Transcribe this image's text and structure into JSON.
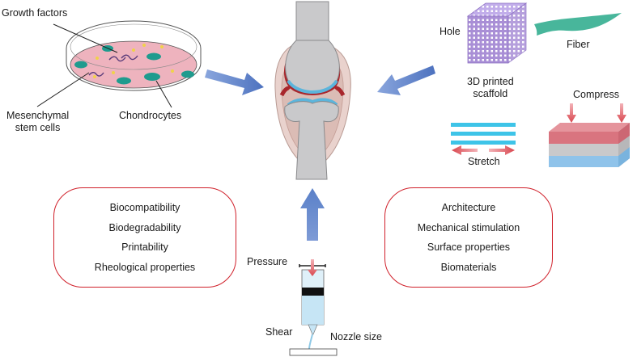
{
  "labels": {
    "growth_factors": "Growth factors",
    "mesenchymal": "Mesenchymal\nstem cells",
    "chondrocytes": "Chondrocytes",
    "hole": "Hole",
    "fiber": "Fiber",
    "scaffold": "3D printed\nscaffold",
    "compress": "Compress",
    "stretch": "Stretch",
    "pressure": "Pressure",
    "shear": "Shear",
    "nozzle_size": "Nozzle size"
  },
  "left_box": {
    "items": [
      "Biocompatibility",
      "Biodegradability",
      "Printability",
      "Rheological properties"
    ]
  },
  "right_box": {
    "items": [
      "Architecture",
      "Mechanical stimulation",
      "Surface properties",
      "Biomaterials"
    ]
  },
  "colors": {
    "box_border": "#d0202a",
    "arrow_blue": "#5b7fc4",
    "dish_pink": "#eeb3be",
    "cell_teal": "#1f9b8e",
    "scaffold_purple": "#a98fd6",
    "fiber_green": "#48b69b",
    "cartilage_red": "#a8262c",
    "cartilage_blue": "#5bb5dc",
    "bone_gray": "#c9c9cb"
  }
}
